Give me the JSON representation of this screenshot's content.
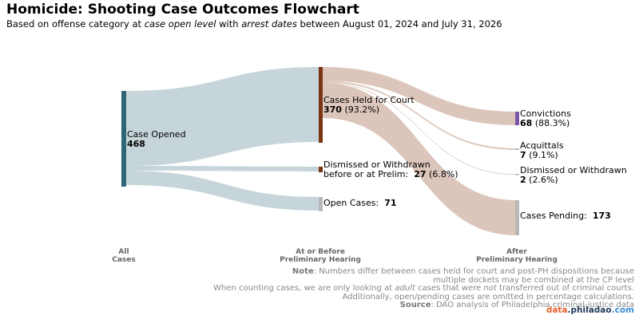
{
  "header": {
    "title": "Homicide: Shooting Case Outcomes Flowchart",
    "subtitle_parts": {
      "p1": "Based on offense category at ",
      "p2": "case open level",
      "p3": " with ",
      "p4": "arrest dates",
      "p5": " between August 01, 2024 and July 31, 2026"
    }
  },
  "nodes": {
    "opened": {
      "label": "Case Opened",
      "value": "468"
    },
    "held": {
      "label": "Cases Held for Court",
      "value": "370",
      "pct": "(93.2%)"
    },
    "dismissed_prelim": {
      "label_line1": "Dismissed or Withdrawn",
      "label_line2": "before or at Prelim:",
      "value": "27",
      "pct": "(6.8%)"
    },
    "open": {
      "label": "Open Cases:",
      "value": "71"
    },
    "convictions": {
      "label": "Convictions",
      "value": "68",
      "pct": "(88.3%)"
    },
    "acquittals": {
      "label": "Acquittals",
      "value": "7",
      "pct": "(9.1%)"
    },
    "dismissed_post": {
      "label": "Dismissed or Withdrawn",
      "value": "2",
      "pct": "(2.6%)"
    },
    "pending": {
      "label": "Cases Pending:",
      "value": "173"
    }
  },
  "stages": {
    "all": {
      "line1": "All",
      "line2": "Cases"
    },
    "prelim": {
      "line1": "At or Before",
      "line2": "Preliminary Hearing"
    },
    "after": {
      "line1": "After",
      "line2": "Preliminary Hearing"
    }
  },
  "notes": {
    "note_bold": "Note",
    "note_1": ": Numbers differ between cases held for court and post-PH dispositions because",
    "note_2": "multiple dockets may be combined at the CP level",
    "count_1a": "When counting cases, we are only looking at ",
    "count_1b": "adult",
    "count_1c": " cases that were ",
    "count_1d": "not",
    "count_1e": " transferred out of criminal courts.",
    "count_2": "Additionally, open/pending cases are omitted in percentage calculations.",
    "source_bold": "Source",
    "source_text": ": DAO analysis of Philadelphia criminal-justice data"
  },
  "brand": {
    "part1": "data",
    "part2": ".philadao",
    "part3": ".com"
  },
  "colors": {
    "flow_from_opened": "#c6d5d9",
    "flow_from_held": "#dcc6bb",
    "node_opened": "#2e6677",
    "node_held": "#7a3514",
    "node_dismissed_prelim": "#7a3514",
    "node_open": "#b8b8b8",
    "node_convictions": "#7b55a8",
    "node_acquittals": "#b8b8b8",
    "node_dismissed_post": "#b8b8b8",
    "node_pending": "#b8b8b8"
  }
}
